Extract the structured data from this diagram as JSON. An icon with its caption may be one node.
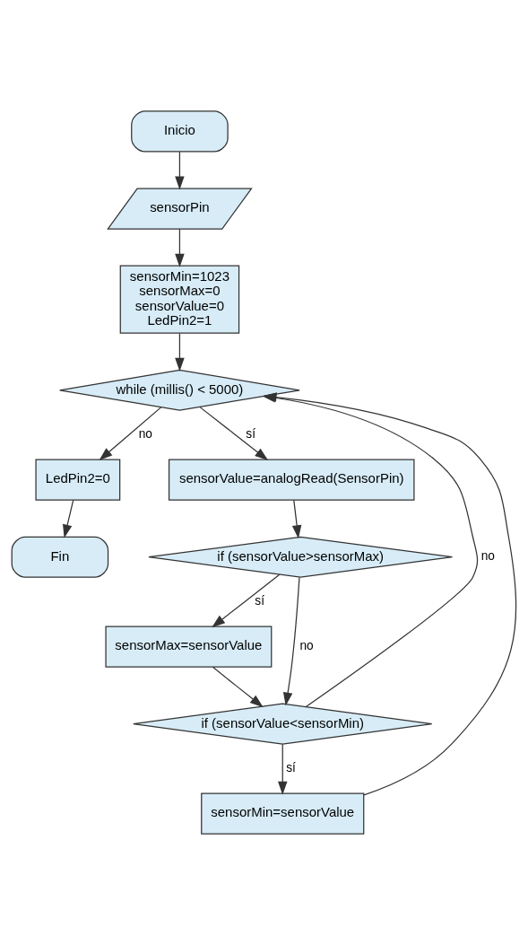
{
  "diagram": {
    "nodes": [
      {
        "text": [
          "Inicio"
        ]
      },
      {
        "text": [
          "sensorPin"
        ]
      },
      {
        "text": [
          "sensorMin=1023",
          "sensorMax=0",
          "sensorValue=0",
          "LedPin2=1"
        ]
      },
      {
        "text": [
          "while (millis() < 5000)"
        ]
      },
      {
        "text": [
          "LedPin2=0"
        ]
      },
      {
        "text": [
          "Fin"
        ]
      },
      {
        "text": [
          "sensorValue=analogRead(SensorPin)"
        ]
      },
      {
        "text": [
          "if (sensorValue>sensorMax)"
        ]
      },
      {
        "text": [
          "sensorMax=sensorValue"
        ]
      },
      {
        "text": [
          "if (sensorValue<sensorMin)"
        ]
      },
      {
        "text": [
          "sensorMin=sensorValue"
        ]
      }
    ],
    "edges": [
      {
        "from": 0,
        "to": 1,
        "arrow": "to"
      },
      {
        "from": 1,
        "to": 2,
        "arrow": "to"
      },
      {
        "from": 2,
        "to": 3,
        "arrow": "to"
      },
      {
        "from": 3,
        "to": 4,
        "arrow": "to",
        "label": "no"
      },
      {
        "from": 4,
        "to": 5,
        "arrow": "to"
      },
      {
        "from": 3,
        "to": 6,
        "arrow": "to",
        "label": "sí"
      },
      {
        "from": 6,
        "to": 7,
        "arrow": "to"
      },
      {
        "from": 7,
        "to": 8,
        "arrow": "to",
        "label": "sí"
      },
      {
        "from": 7,
        "to": 9,
        "arrow": "to",
        "label": "no"
      },
      {
        "from": 8,
        "to": 9,
        "arrow": "to"
      },
      {
        "from": 9,
        "to": 10,
        "arrow": "to",
        "label": "sí"
      },
      {
        "from": 9,
        "to": 3,
        "arrow": "to",
        "label": "no"
      },
      {
        "from": 10,
        "to": 3,
        "arrow": "to"
      }
    ]
  }
}
